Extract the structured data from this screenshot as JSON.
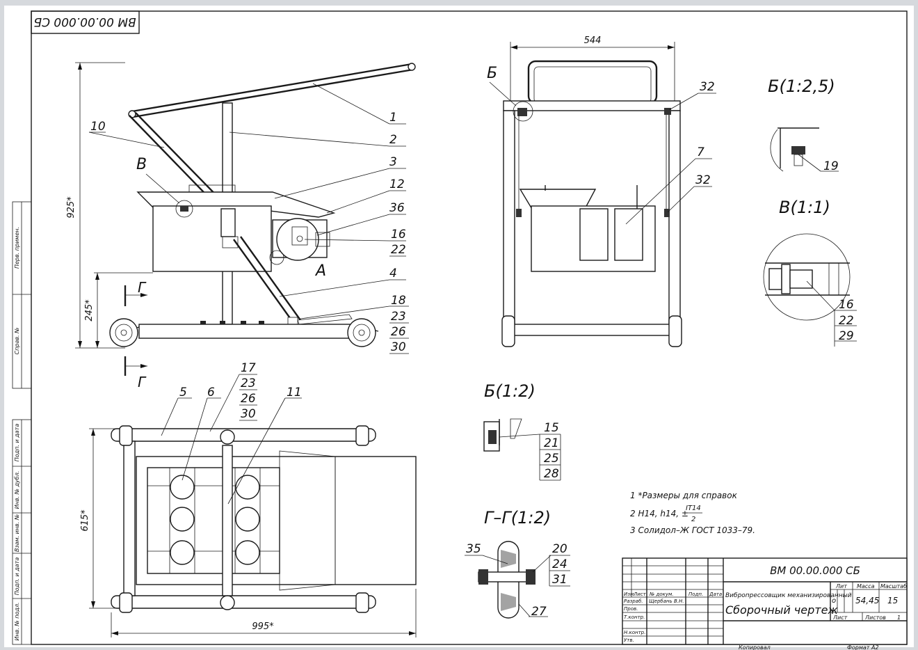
{
  "stamp": {
    "rotated_code": "ВМ 00.00.000 СБ",
    "code": "ВМ 00.00.000 СБ",
    "product_name": "Вибропрессовщик механизированный",
    "doc_type": "Сборочный чертеж",
    "lit_header": "Лит",
    "mass_header": "Масса",
    "scale_header": "Масштаб",
    "lit_value": "о",
    "mass_value": "54,45",
    "scale_value": "15",
    "sheet_label": "Лист",
    "sheets_label": "Листов",
    "sheets_value": "1",
    "col_izm": "Изм",
    "col_list": "Лист",
    "col_doc": "№ докум.",
    "col_sign": "Подп.",
    "col_date": "Дата",
    "row_razrab": "Разраб.",
    "row_prov": "Пров.",
    "row_tkontr": "Т.контр.",
    "row_nkontr": "Н.контр.",
    "row_utv": "Утв.",
    "developer": "Щербань В.Н.",
    "copied": "Копировал",
    "format": "Формат   А2"
  },
  "side_strip": {
    "perv_primen": "Перв. примен.",
    "sprav_no": "Справ. №",
    "podp_data_1": "Подп. и дата",
    "inv_dubl": "Инв. № дубл.",
    "vzam_inv": "Взам. инв. №",
    "podp_data_2": "Подп. и дата",
    "inv_podl": "Инв. № подл."
  },
  "views": {
    "label_B_cyr": "Б",
    "label_V_cyr": "В",
    "label_A": "А",
    "label_G": "Г",
    "detail_B25": "Б(1:2,5)",
    "detail_V11": "В(1:1)",
    "detail_B12": "Б(1:2)",
    "section_GG": "Г–Г(1:2)"
  },
  "dimensions": {
    "d925": "925*",
    "d245": "245*",
    "d544": "544",
    "d615": "615*",
    "d995": "995*"
  },
  "leaders": {
    "front": [
      "1",
      "2",
      "3",
      "12",
      "36",
      "16",
      "22",
      "4",
      "18",
      "23",
      "26",
      "30",
      "10"
    ],
    "rear": [
      "32",
      "7",
      "32"
    ],
    "detB25": [
      "19"
    ],
    "detV": [
      "16",
      "22",
      "29"
    ],
    "plan": [
      "17",
      "23",
      "26",
      "30",
      "5",
      "6",
      "11"
    ],
    "detB12": [
      "15",
      "21",
      "25",
      "28"
    ],
    "secGG": [
      "35",
      "20",
      "24",
      "31",
      "27"
    ]
  },
  "notes": {
    "n1": "1  *Размеры для справок",
    "n2_prefix": "2  Н14, h14, ±",
    "n2_num": "IT14",
    "n2_den": "2",
    "n3": "3  Солидол–Ж ГОСТ 1033–79."
  }
}
